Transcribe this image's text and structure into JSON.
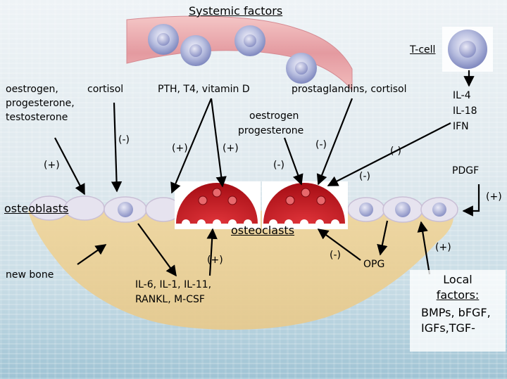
{
  "title": "Systemic factors",
  "tcell": {
    "label": "T-cell",
    "cytokines": [
      "IL-4",
      "IL-18",
      "IFN"
    ]
  },
  "systemic": {
    "sex_steroids": [
      "oestrogen,",
      "progesterone,",
      "testosterone"
    ],
    "cortisol": "cortisol",
    "pth_group": "PTH, T4, vitamin D",
    "prosta_group": "prostaglandins, cortisol"
  },
  "oestro_prog": [
    "oestrogen",
    "progesterone"
  ],
  "cells": {
    "osteoblasts": "osteoblasts",
    "osteoclasts": "osteoclasts",
    "new_bone": "new bone"
  },
  "mediators": {
    "il_group": [
      "IL-6, IL-1, IL-11,",
      "RANKL, M-CSF"
    ],
    "opg": "OPG",
    "pdgf": "PDGF"
  },
  "local": {
    "heading": [
      "Local",
      "factors:"
    ],
    "items": [
      "BMPs, bFGF,",
      "IGFs,TGF-"
    ]
  },
  "effects": {
    "plus": "(+)",
    "minus": "(-)"
  },
  "colors": {
    "osteoclast": "#c0151c",
    "bone": "#e8c98a",
    "vessel": "#e9a3a7",
    "cell_membrane": "#c9bfd6"
  }
}
